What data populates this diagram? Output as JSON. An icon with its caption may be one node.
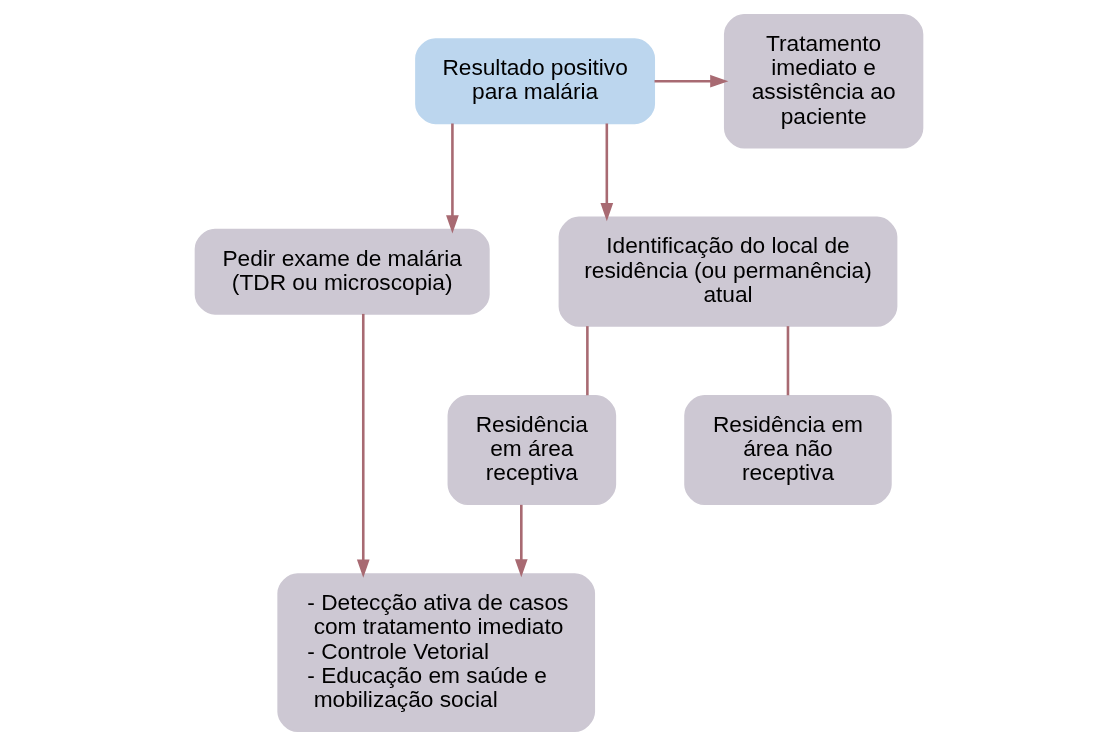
{
  "diagram": {
    "nodes": [
      {
        "text": [
          "Resultado positivo para malária"
        ]
      },
      {
        "text": [
          "Tratamento imediato e assistência ao paciente"
        ]
      },
      {
        "text": [
          "Pedir exame de malária (TDR ou microscopia)"
        ]
      },
      {
        "text": [
          "Identificação do local de residência (ou permanência) atual"
        ]
      },
      {
        "text": [
          "Residência em área receptiva"
        ]
      },
      {
        "text": [
          "Residência em área não receptiva"
        ]
      },
      {
        "text": [
          "- Detecção ativa de casos com tratamento imediato",
          "- Controle Vetorial",
          "- Educação em saúde e mobilização social"
        ]
      }
    ],
    "edges": [
      {
        "from": 0,
        "to": 1,
        "arrow": "to"
      },
      {
        "from": 0,
        "to": 2,
        "arrow": "to"
      },
      {
        "from": 0,
        "to": 3,
        "arrow": "to"
      },
      {
        "from": 3,
        "to": 4,
        "arrow": "none"
      },
      {
        "from": 3,
        "to": 5,
        "arrow": "none"
      },
      {
        "from": 2,
        "to": 6,
        "arrow": "to"
      },
      {
        "from": 4,
        "to": 6,
        "arrow": "to"
      }
    ]
  }
}
